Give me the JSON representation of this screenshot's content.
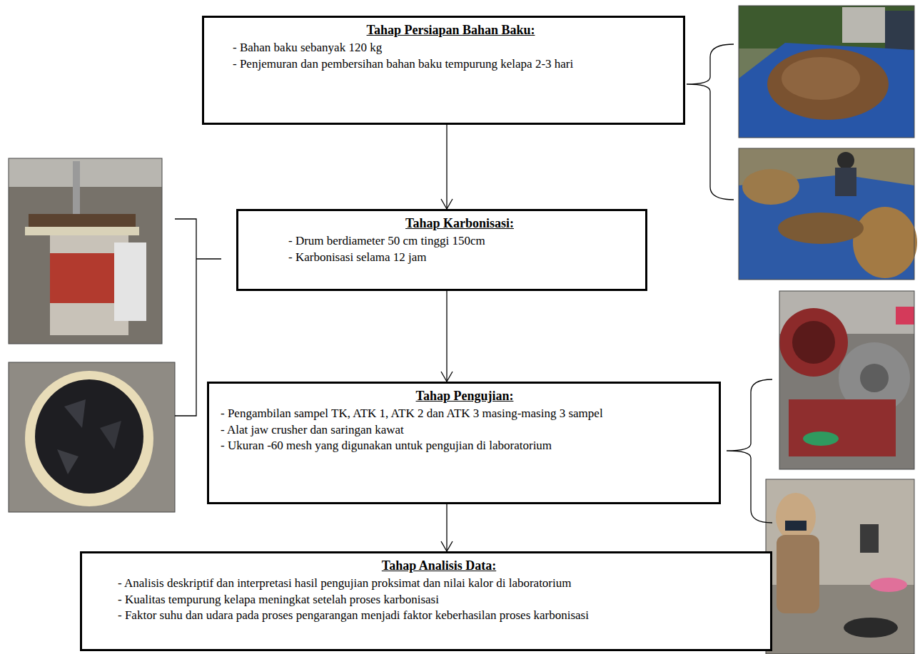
{
  "diagram": {
    "nodes": [
      {
        "text": [
          "Tahap Persiapan Bahan Baku:",
          "- Bahan baku sebanyak 120 kg",
          "- Penjemuran dan pembersihan bahan baku tempurung kelapa 2-3 hari"
        ]
      },
      {
        "text": [
          "Tahap Karbonisasi:",
          "- Drum berdiameter 50 cm tinggi 150cm",
          "- Karbonisasi selama 12 jam"
        ]
      },
      {
        "text": [
          "Tahap Pengujian:",
          "- Pengambilan sampel TK, ATK 1, ATK 2 dan ATK 3 masing-masing 3 sampel",
          "- Alat jaw crusher dan saringan kawat",
          "- Ukuran -60 mesh yang digunakan untuk pengujian di laboratorium"
        ]
      },
      {
        "text": [
          "Tahap Analisis Data:",
          "- Analisis deskriptif dan interpretasi hasil pengujian proksimat dan nilai kalor di laboratorium",
          "- Kualitas tempurung kelapa meningkat setelah proses karbonisasi",
          "- Faktor suhu dan udara pada proses pengarangan menjadi faktor keberhasilan proses karbonisasi"
        ]
      }
    ],
    "edges": [
      {
        "from": 0,
        "to": 1,
        "arrow": "to"
      },
      {
        "from": 1,
        "to": 2,
        "arrow": "to"
      },
      {
        "from": 2,
        "to": 3,
        "arrow": "to"
      }
    ]
  }
}
